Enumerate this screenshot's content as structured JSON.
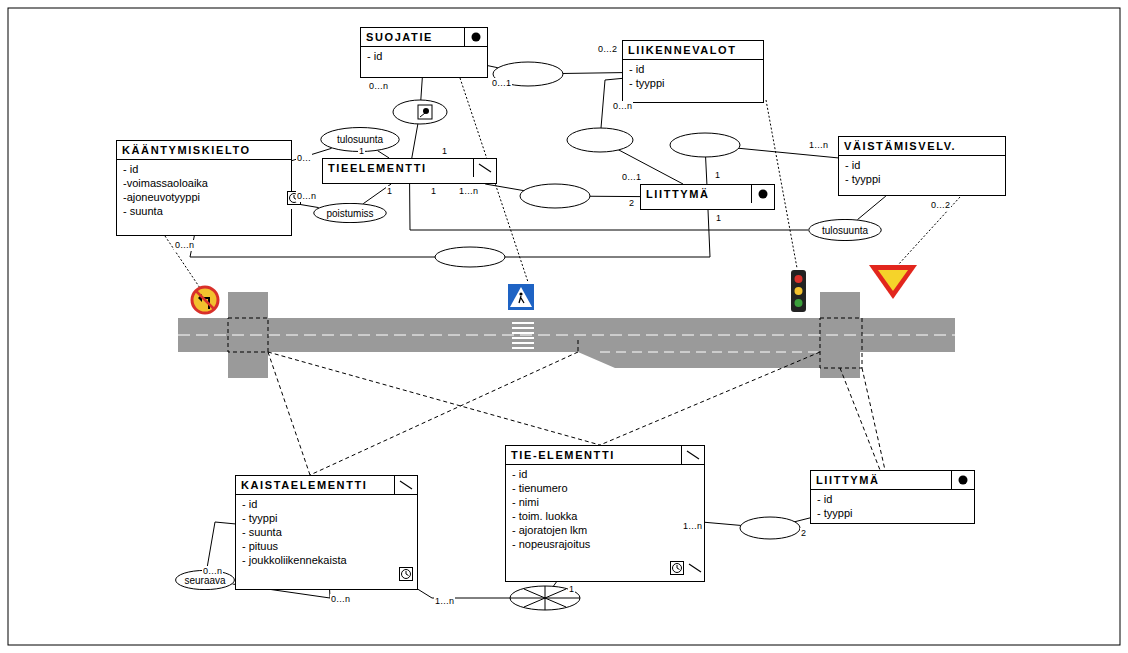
{
  "diagram": {
    "nodes": [
      {
        "text": [
          "SUOJATIE",
          "- id"
        ]
      },
      {
        "text": [
          "LIIKENNEVALOT",
          "- id",
          "- tyyppi"
        ]
      },
      {
        "text": [
          "tulosuunta"
        ]
      },
      {
        "text": [
          "TIEELEMENTTI"
        ]
      },
      {
        "text": [
          "VÄISTÄMISVELV.",
          "- id",
          "- tyyppi"
        ]
      },
      {
        "text": [
          "KÄÄNTYMISKIELTO",
          "- id",
          "-voimassaoloaika",
          "-ajoneuvotyyppi",
          "- suunta"
        ]
      },
      {
        "text": [
          "LIITTYMÄ"
        ]
      },
      {
        "text": [
          "poistumiss"
        ]
      },
      {
        "text": [
          "tulosuunta"
        ]
      },
      {
        "text": [
          "KAISTAELEMENTTI",
          "- id",
          "- tyyppi",
          "- suunta",
          "- pituus",
          "- joukkoliikennekaista"
        ]
      },
      {
        "text": [
          "TIE-ELEMENTTI",
          "- id",
          "- tienumero",
          "- nimi",
          "- toim. luokka",
          "- ajoratojen lkm",
          "- nopeusrajoitus"
        ]
      },
      {
        "text": [
          "LIITTYMÄ",
          "- id",
          "- tyyppi"
        ]
      },
      {
        "text": [
          "seuraava"
        ]
      }
    ],
    "edges": [
      {
        "from": 0,
        "to": 1,
        "arrow": "none"
      },
      {
        "from": 0,
        "to": 3,
        "arrow": "none"
      },
      {
        "from": 5,
        "to": 2,
        "arrow": "none"
      },
      {
        "from": 2,
        "to": 3,
        "arrow": "none"
      },
      {
        "from": 5,
        "to": 7,
        "arrow": "none"
      },
      {
        "from": 7,
        "to": 3,
        "arrow": "none"
      },
      {
        "from": 3,
        "to": 6,
        "arrow": "none"
      },
      {
        "from": 1,
        "to": 6,
        "arrow": "none"
      },
      {
        "from": 6,
        "to": 4,
        "arrow": "none"
      },
      {
        "from": 4,
        "to": 8,
        "arrow": "none"
      },
      {
        "from": 8,
        "to": 3,
        "arrow": "none"
      },
      {
        "from": 5,
        "to": 6,
        "arrow": "none"
      },
      {
        "from": 9,
        "to": 12,
        "arrow": "none"
      },
      {
        "from": 12,
        "to": 9,
        "arrow": "none"
      },
      {
        "from": 9,
        "to": 10,
        "arrow": "none"
      },
      {
        "from": 10,
        "to": 11,
        "arrow": "none"
      }
    ],
    "labels": [
      "0…2",
      "0…1",
      "0…n",
      "1",
      "0…",
      "1",
      "0…n",
      "1",
      "1",
      "1…n",
      "0…n",
      "0…1",
      "1",
      "1…n",
      "0…2",
      "2",
      "1",
      "0…n",
      "0…n",
      "0…n",
      "1…n",
      "1",
      "1…n",
      "2"
    ]
  }
}
